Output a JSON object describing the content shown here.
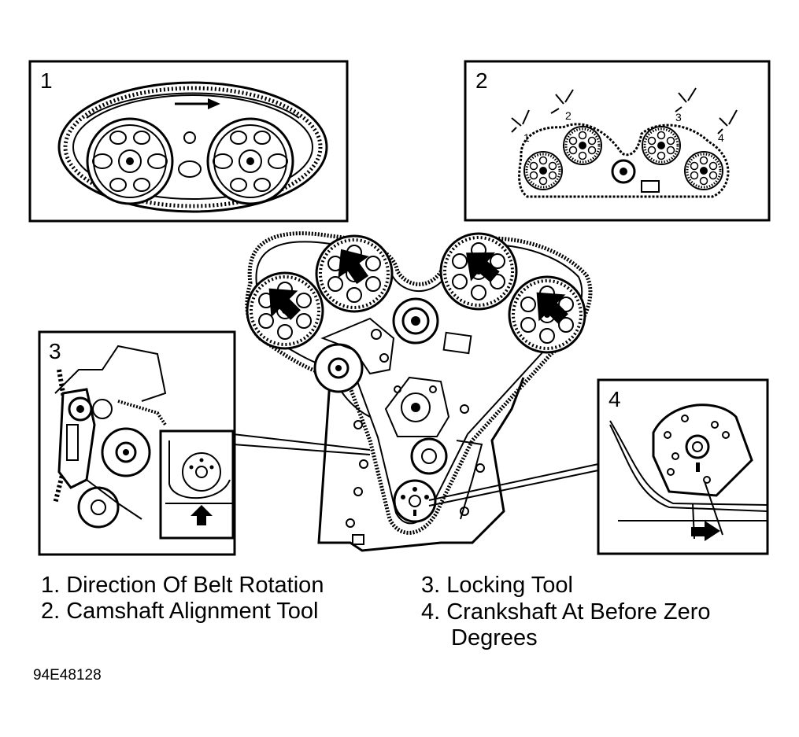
{
  "panels": [
    {
      "number": "1"
    },
    {
      "number": "2"
    },
    {
      "number": "3"
    },
    {
      "number": "4"
    }
  ],
  "panel2_marks": [
    "1",
    "2",
    "3",
    "4"
  ],
  "legend": {
    "item1": "1. Direction Of Belt Rotation",
    "item2": "2. Camshaft Alignment Tool",
    "item3": "3. Locking Tool",
    "item4_line1": "4. Crankshaft At Before Zero",
    "item4_line2": "Degrees"
  },
  "figure_code": "94E48128"
}
